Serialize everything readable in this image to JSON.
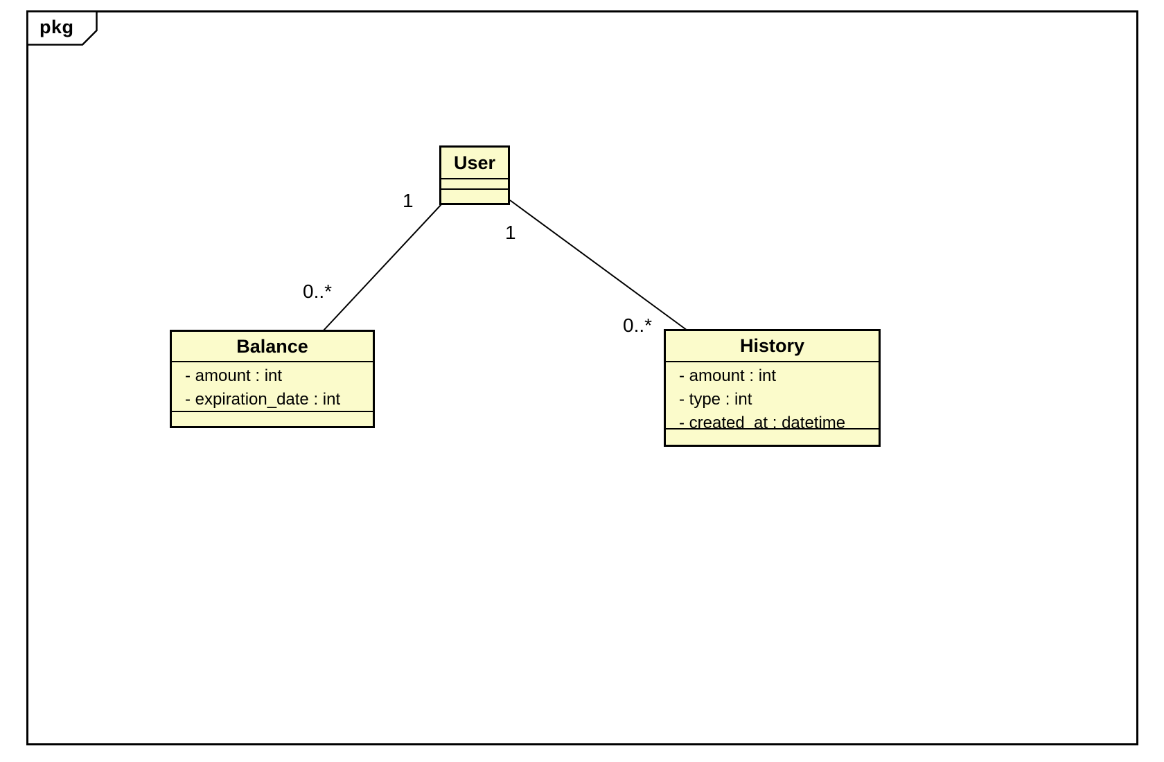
{
  "frame": {
    "tab_label": "pkg"
  },
  "classes": [
    {
      "name": "User",
      "attributes": []
    },
    {
      "name": "Balance",
      "attributes": [
        "- amount : int",
        "- expiration_date : int"
      ]
    },
    {
      "name": "History",
      "attributes": [
        "- amount : int",
        "- type : int",
        "- created_at : datetime"
      ]
    }
  ],
  "associations": [
    {
      "from": "User",
      "to": "Balance",
      "from_multiplicity": "1",
      "to_multiplicity": "0..*"
    },
    {
      "from": "User",
      "to": "History",
      "from_multiplicity": "1",
      "to_multiplicity": "0..*"
    }
  ],
  "colors": {
    "class_fill": "#fbfbcb",
    "line": "#000000",
    "background": "#ffffff"
  }
}
